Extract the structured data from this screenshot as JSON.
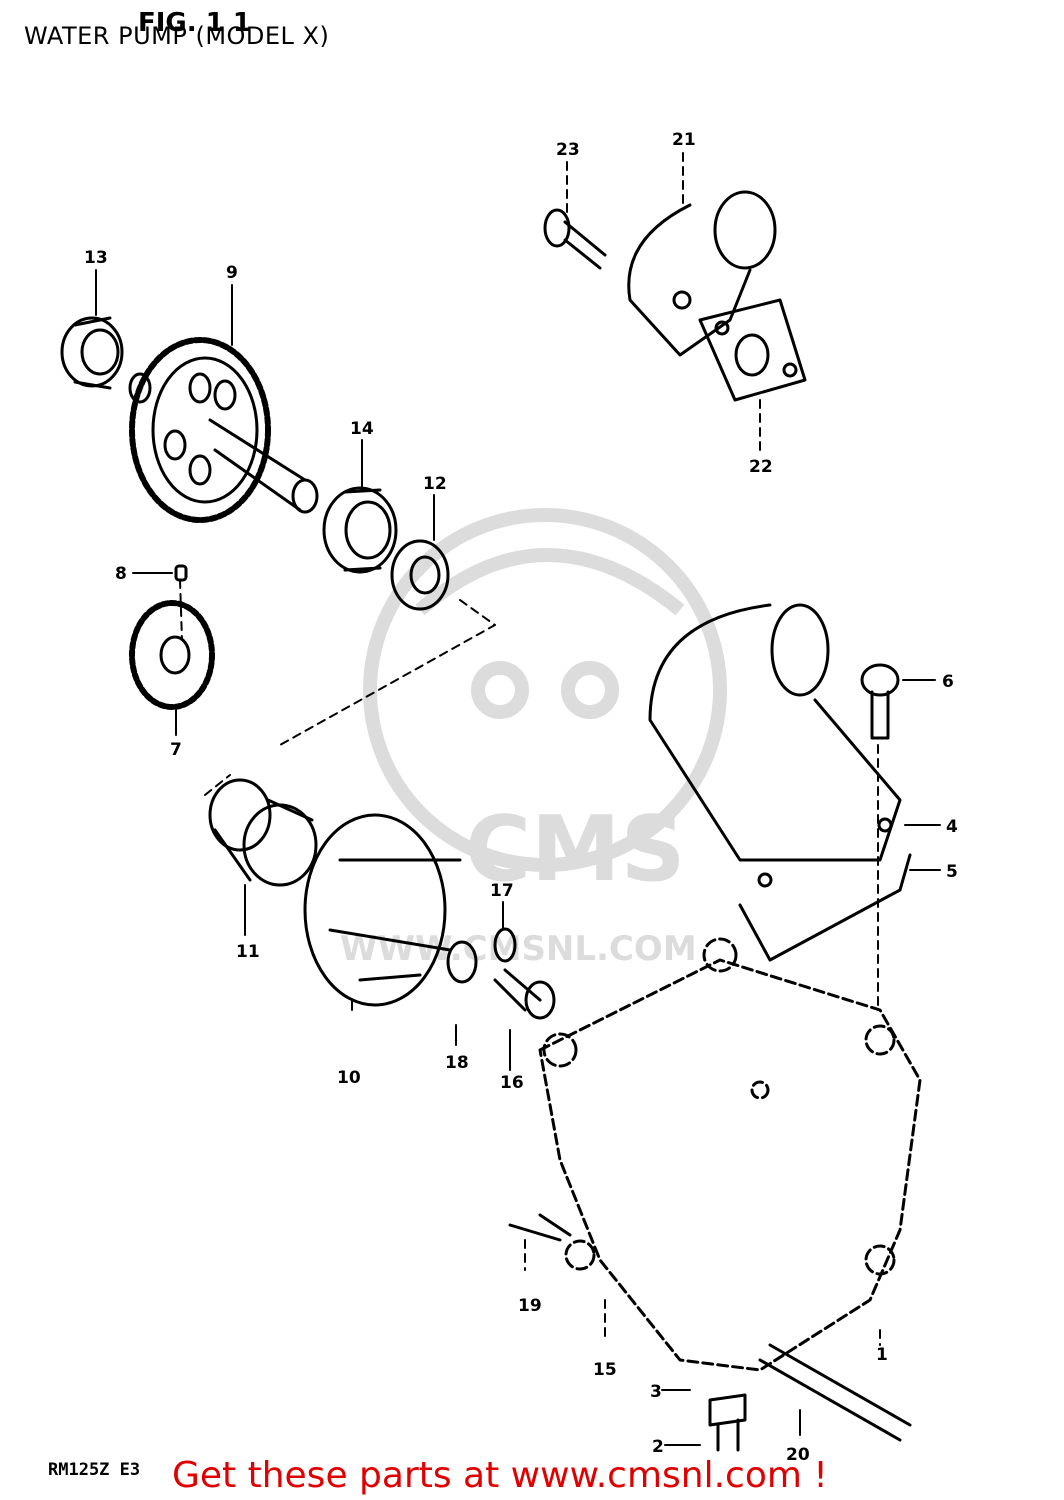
{
  "header": {
    "fig_label": "FIG. 1 1",
    "title": "WATER PUMP (MODEL X)"
  },
  "footer": {
    "model_code": "RM125Z E3",
    "promo_text": "Get these parts at www.cmsnl.com !"
  },
  "watermark": {
    "text": "CMS",
    "subtext": "WWW.CMSNL.COM"
  },
  "callouts": {
    "c1": "1",
    "c2": "2",
    "c3": "3",
    "c4": "4",
    "c5": "5",
    "c6": "6",
    "c7": "7",
    "c8": "8",
    "c9": "9",
    "c10": "10",
    "c11": "11",
    "c12": "12",
    "c13": "13",
    "c14": "14",
    "c15": "15",
    "c16": "16",
    "c17": "17",
    "c18": "18",
    "c19": "19",
    "c20": "20",
    "c21": "21",
    "c22": "22",
    "c23": "23"
  },
  "colors": {
    "line": "#000000",
    "watermark": "#dcdcdc",
    "promo": "#e00000"
  }
}
